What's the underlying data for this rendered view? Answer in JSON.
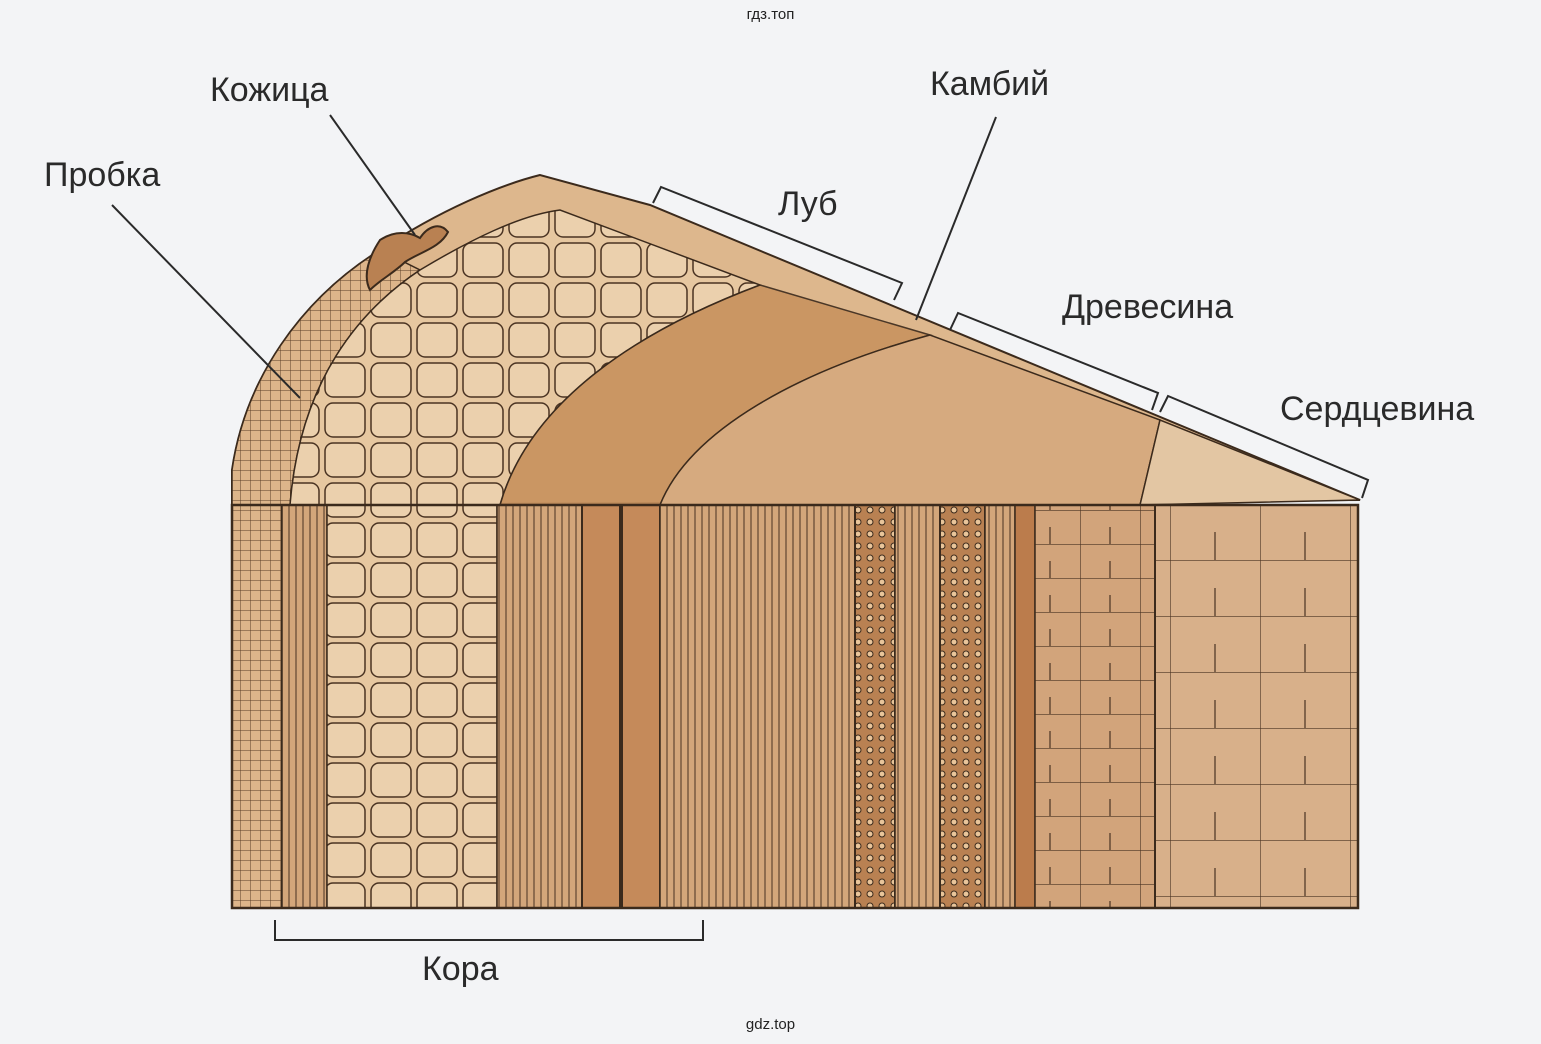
{
  "watermark": {
    "top": "гдз.топ",
    "bottom": "gdz.top"
  },
  "labels": {
    "kozhitsa": "Кожица",
    "probka": "Пробка",
    "kambiy": "Камбий",
    "lub": "Луб",
    "drevesina": "Древесина",
    "serdtsevina": "Сердцевина",
    "kora": "Кора"
  },
  "colors": {
    "background": "#f3f4f6",
    "cork": "#d9ad80",
    "bark": "#e2c29a",
    "wood": "#c99a72",
    "pith": "#d7b08c",
    "outline": "#3b2a1c"
  }
}
